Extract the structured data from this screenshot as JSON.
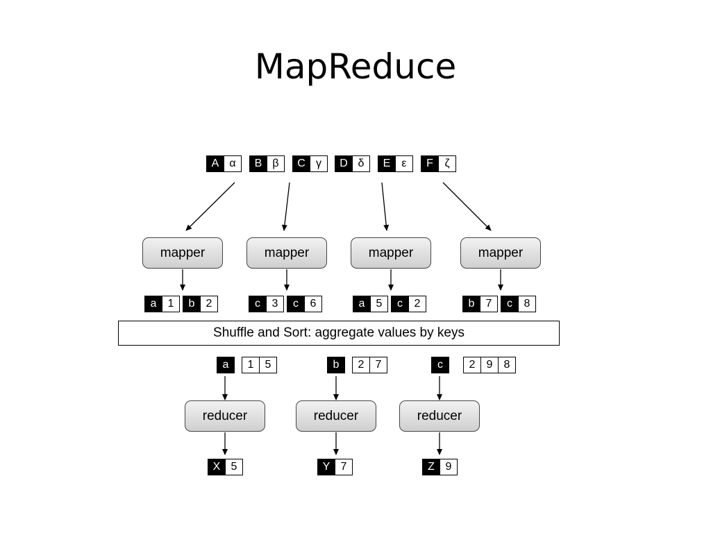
{
  "title": "MapReduce",
  "inputs": [
    {
      "key": "A",
      "value": "α"
    },
    {
      "key": "B",
      "value": "β"
    },
    {
      "key": "C",
      "value": "γ"
    },
    {
      "key": "D",
      "value": "δ"
    },
    {
      "key": "E",
      "value": "ε"
    },
    {
      "key": "F",
      "value": "ζ"
    }
  ],
  "mappers": [
    {
      "label": "mapper",
      "outputs": [
        {
          "key": "a",
          "value": "1"
        },
        {
          "key": "b",
          "value": "2"
        }
      ]
    },
    {
      "label": "mapper",
      "outputs": [
        {
          "key": "c",
          "value": "3"
        },
        {
          "key": "c",
          "value": "6"
        }
      ]
    },
    {
      "label": "mapper",
      "outputs": [
        {
          "key": "a",
          "value": "5"
        },
        {
          "key": "c",
          "value": "2"
        }
      ]
    },
    {
      "label": "mapper",
      "outputs": [
        {
          "key": "b",
          "value": "7"
        },
        {
          "key": "c",
          "value": "8"
        }
      ]
    }
  ],
  "shuffle": {
    "label": "Shuffle and Sort: aggregate values by keys"
  },
  "groups": [
    {
      "key": "a",
      "values": [
        "1",
        "5"
      ]
    },
    {
      "key": "b",
      "values": [
        "2",
        "7"
      ]
    },
    {
      "key": "c",
      "values": [
        "2",
        "9",
        "8"
      ]
    }
  ],
  "reducers": [
    {
      "label": "reducer",
      "output": {
        "key": "X",
        "value": "5"
      }
    },
    {
      "label": "reducer",
      "output": {
        "key": "Y",
        "value": "7"
      }
    },
    {
      "label": "reducer",
      "output": {
        "key": "Z",
        "value": "9"
      }
    }
  ]
}
